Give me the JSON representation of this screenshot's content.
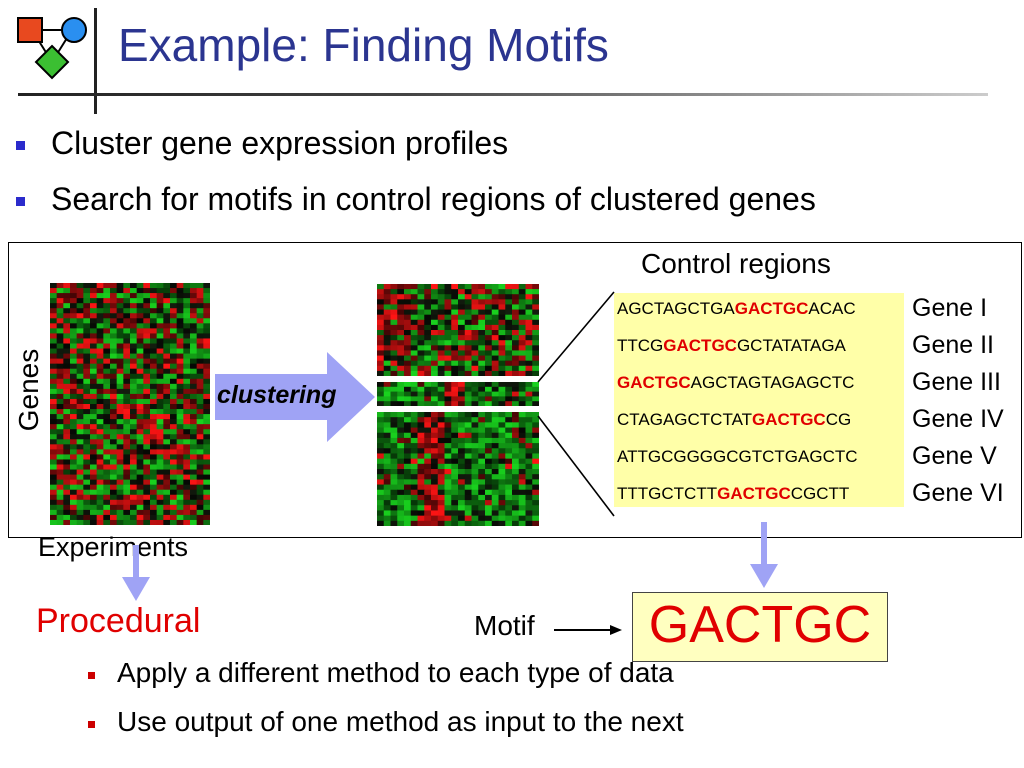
{
  "title": "Example: Finding Motifs",
  "bullets": [
    "Cluster gene expression profiles",
    "Search for motifs in control regions of clustered genes"
  ],
  "figure": {
    "genes_label": "Genes",
    "experiments_label": "Experiments",
    "clustering_label": "clustering",
    "control_regions_label": "Control regions",
    "sequences": [
      {
        "pre": "AGCTAGCTGA",
        "motif": "GACTGC",
        "post": "ACAC",
        "gene": "Gene I"
      },
      {
        "pre": "TTCG",
        "motif": "GACTGC",
        "post": "GCTATATAGA",
        "gene": "Gene II"
      },
      {
        "pre": "",
        "motif": "GACTGC",
        "post": "AGCTAGTAGAGCTC",
        "gene": "Gene III"
      },
      {
        "pre": "CTAGAGCTCTAT",
        "motif": "GACTGC",
        "post": "CG",
        "gene": "Gene IV"
      },
      {
        "pre": "ATTGCGGGGCGTCTGAGCTC",
        "motif": "",
        "post": "",
        "gene": "Gene V"
      },
      {
        "pre": "TTTGCTCTT",
        "motif": "GACTGC",
        "post": "CGCTT",
        "gene": "Gene VI"
      }
    ],
    "motif_label": "Motif",
    "motif_value": "GACTGC"
  },
  "procedural": {
    "heading": "Procedural",
    "items": [
      "Apply a different method to each type of data",
      "Use output of one method as input to the next"
    ]
  },
  "colors": {
    "title": "#2b3590",
    "accent_red": "#e00000",
    "arrow": "#9fa3f5",
    "highlight": "#ffffa8"
  },
  "icons": [
    "logo-shapes-icon",
    "bullet-square-icon",
    "arrow-right-icon",
    "arrow-down-icon"
  ]
}
